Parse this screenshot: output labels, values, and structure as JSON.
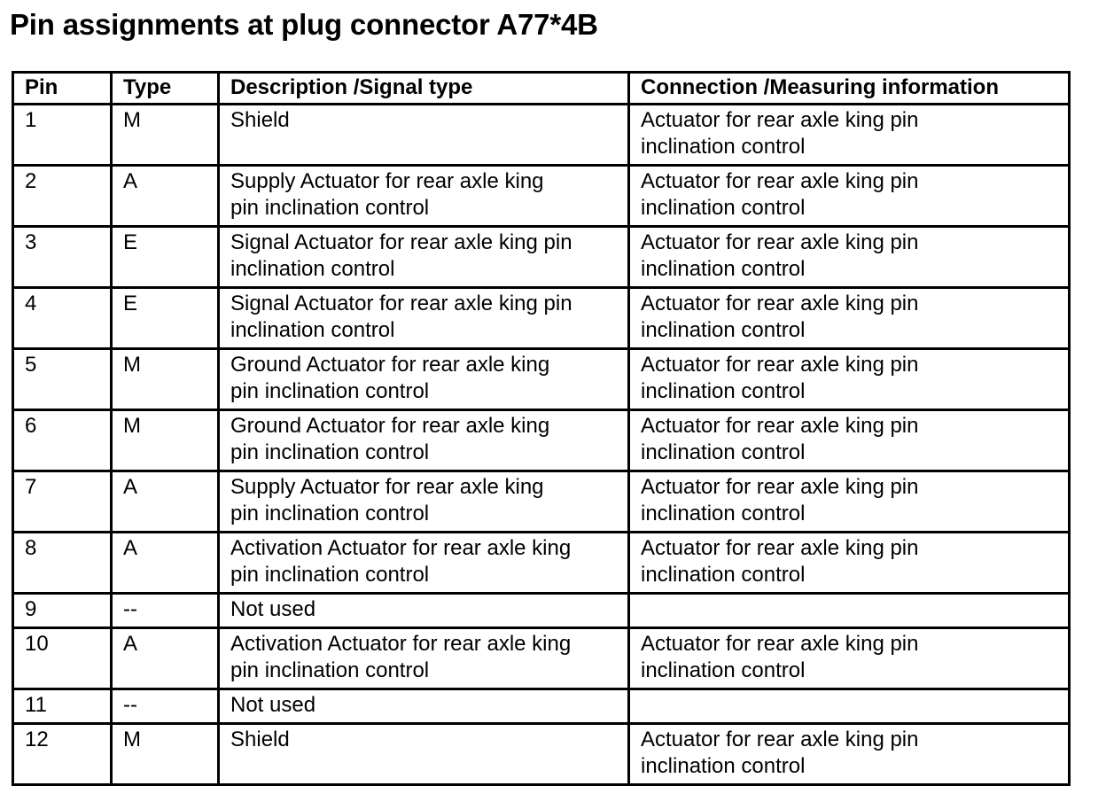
{
  "page": {
    "title": "Pin assignments at plug connector A77*4B",
    "text_color": "#000000",
    "background_color": "#ffffff",
    "border_color": "#000000"
  },
  "table": {
    "headers": {
      "pin": "Pin",
      "type": "Type",
      "description": "Description /Signal type",
      "connection": "Connection /Measuring information"
    },
    "rows": [
      {
        "pin": "1",
        "type": "M",
        "desc_l1": "Shield",
        "desc_l2": "",
        "conn_l1": "Actuator for rear axle king pin",
        "conn_l2": "inclination control"
      },
      {
        "pin": "2",
        "type": "A",
        "desc_l1": "Supply Actuator for rear axle king",
        "desc_l2": "pin inclination control",
        "conn_l1": "Actuator for rear axle king pin",
        "conn_l2": "inclination control"
      },
      {
        "pin": "3",
        "type": "E",
        "desc_l1": "Signal Actuator for rear axle king pin",
        "desc_l2": "inclination control",
        "conn_l1": "Actuator for rear axle king pin",
        "conn_l2": "inclination control"
      },
      {
        "pin": "4",
        "type": "E",
        "desc_l1": "Signal Actuator for rear axle king pin",
        "desc_l2": "inclination control",
        "conn_l1": "Actuator for rear axle king pin",
        "conn_l2": "inclination control"
      },
      {
        "pin": "5",
        "type": "M",
        "desc_l1": "Ground Actuator for rear axle king",
        "desc_l2": "pin inclination control",
        "conn_l1": "Actuator for rear axle king pin",
        "conn_l2": "inclination control"
      },
      {
        "pin": "6",
        "type": "M",
        "desc_l1": "Ground Actuator for rear axle king",
        "desc_l2": "pin inclination control",
        "conn_l1": "Actuator for rear axle king pin",
        "conn_l2": "inclination control"
      },
      {
        "pin": "7",
        "type": "A",
        "desc_l1": "Supply Actuator for rear axle king",
        "desc_l2": "pin inclination control",
        "conn_l1": "Actuator for rear axle king pin",
        "conn_l2": "inclination control"
      },
      {
        "pin": "8",
        "type": "A",
        "desc_l1": "Activation Actuator for rear axle king",
        "desc_l2": "pin inclination control",
        "conn_l1": "Actuator for rear axle king pin",
        "conn_l2": "inclination control"
      },
      {
        "pin": "9",
        "type": "--",
        "desc_l1": "Not used",
        "desc_l2": "",
        "conn_l1": "",
        "conn_l2": ""
      },
      {
        "pin": "10",
        "type": "A",
        "desc_l1": "Activation Actuator for rear axle king",
        "desc_l2": "pin inclination control",
        "conn_l1": "Actuator for rear axle king pin",
        "conn_l2": "inclination control"
      },
      {
        "pin": "11",
        "type": "--",
        "desc_l1": "Not used",
        "desc_l2": "",
        "conn_l1": "",
        "conn_l2": ""
      },
      {
        "pin": "12",
        "type": "M",
        "desc_l1": "Shield",
        "desc_l2": "",
        "conn_l1": "Actuator for rear axle king pin",
        "conn_l2": "inclination control"
      }
    ]
  }
}
